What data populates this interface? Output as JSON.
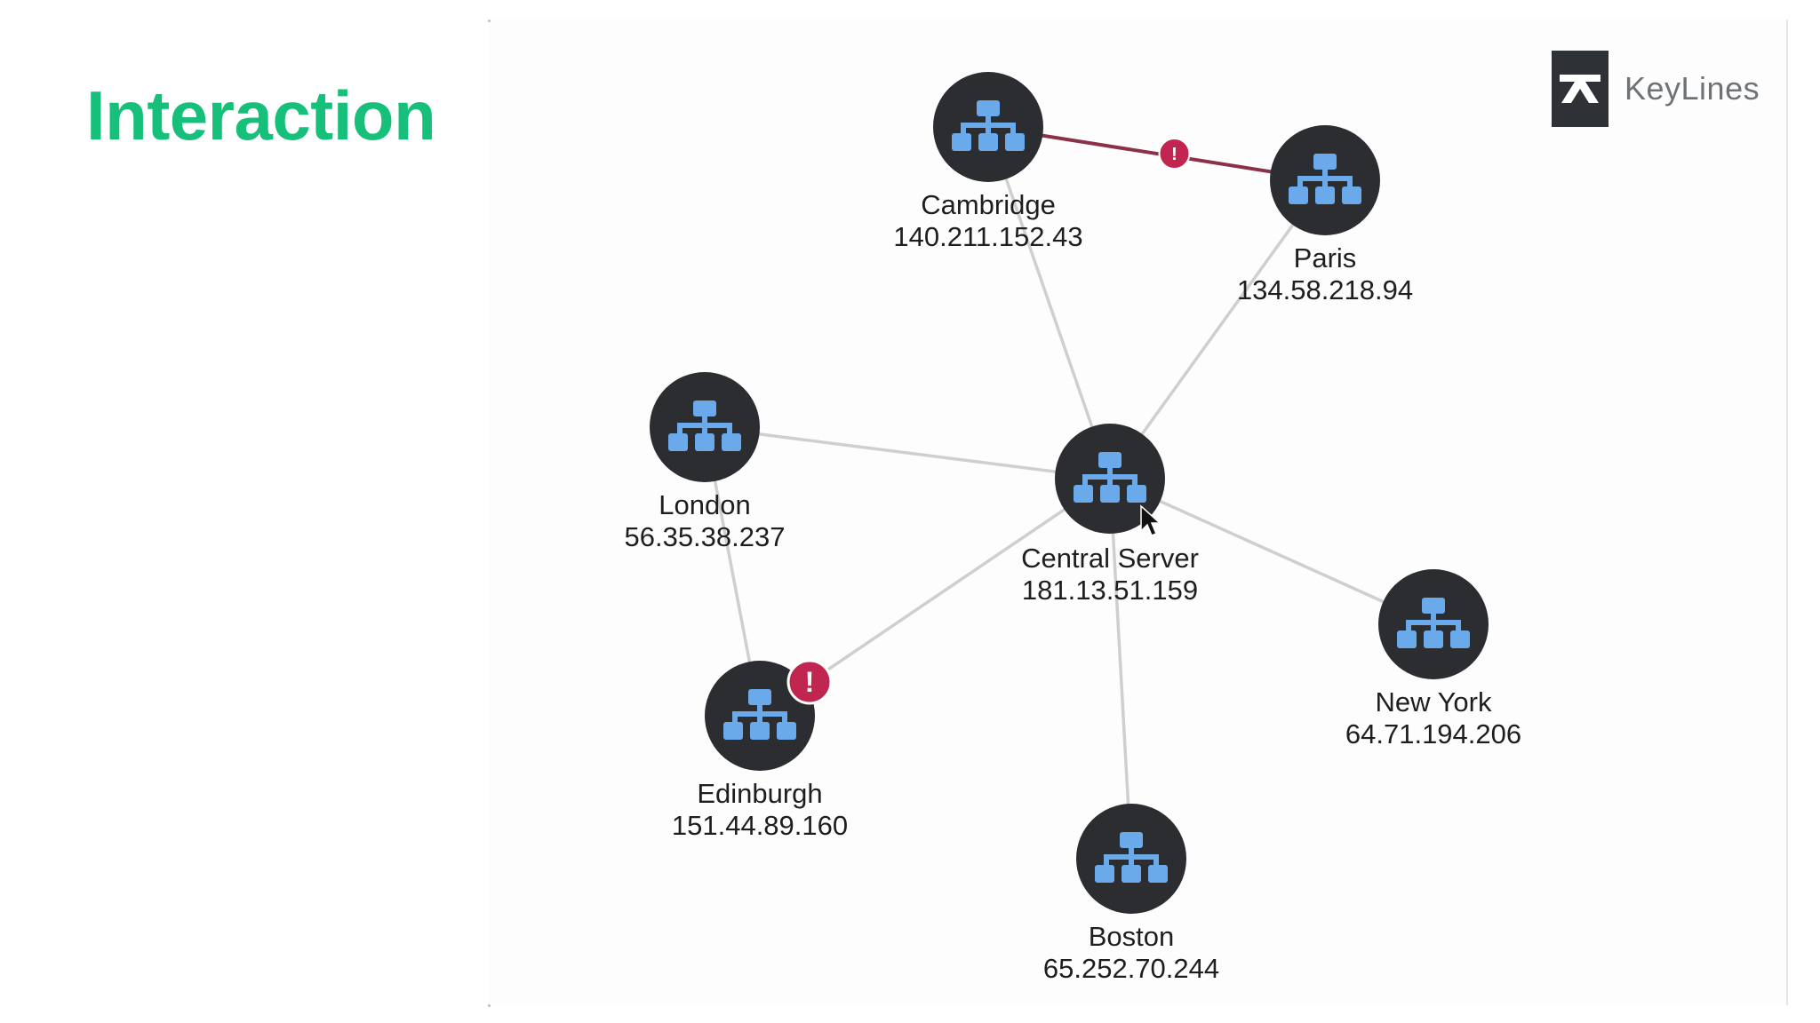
{
  "slide": {
    "title": "Interaction"
  },
  "logo": {
    "text": "KeyLines",
    "icon": "keylines-logo-icon"
  },
  "colors": {
    "title": "#16c07a",
    "node_fill": "#2b2d31",
    "node_icon": "#6aa9ea",
    "edge": "#cfcfcf",
    "edge_alert": "#8a3048",
    "badge": "#c0264f"
  },
  "graph": {
    "nodes": [
      {
        "id": "cambridge",
        "name": "Cambridge",
        "ip": "140.211.152.43",
        "icon": "network-hierarchy-icon"
      },
      {
        "id": "paris",
        "name": "Paris",
        "ip": "134.58.218.94",
        "icon": "network-hierarchy-icon"
      },
      {
        "id": "london",
        "name": "London",
        "ip": "56.35.38.237",
        "icon": "network-hierarchy-icon"
      },
      {
        "id": "central",
        "name": "Central Server",
        "ip": "181.13.51.159",
        "icon": "network-hierarchy-icon"
      },
      {
        "id": "newyork",
        "name": "New York",
        "ip": "64.71.194.206",
        "icon": "network-hierarchy-icon"
      },
      {
        "id": "edinburgh",
        "name": "Edinburgh",
        "ip": "151.44.89.160",
        "icon": "network-hierarchy-icon",
        "badge": "!"
      },
      {
        "id": "boston",
        "name": "Boston",
        "ip": "65.252.70.244",
        "icon": "network-hierarchy-icon"
      }
    ],
    "edges": [
      {
        "from": "cambridge",
        "to": "paris",
        "alert": true,
        "badge": "!"
      },
      {
        "from": "cambridge",
        "to": "central"
      },
      {
        "from": "paris",
        "to": "central"
      },
      {
        "from": "london",
        "to": "central"
      },
      {
        "from": "london",
        "to": "edinburgh"
      },
      {
        "from": "edinburgh",
        "to": "central"
      },
      {
        "from": "central",
        "to": "newyork"
      },
      {
        "from": "central",
        "to": "boston"
      }
    ]
  }
}
